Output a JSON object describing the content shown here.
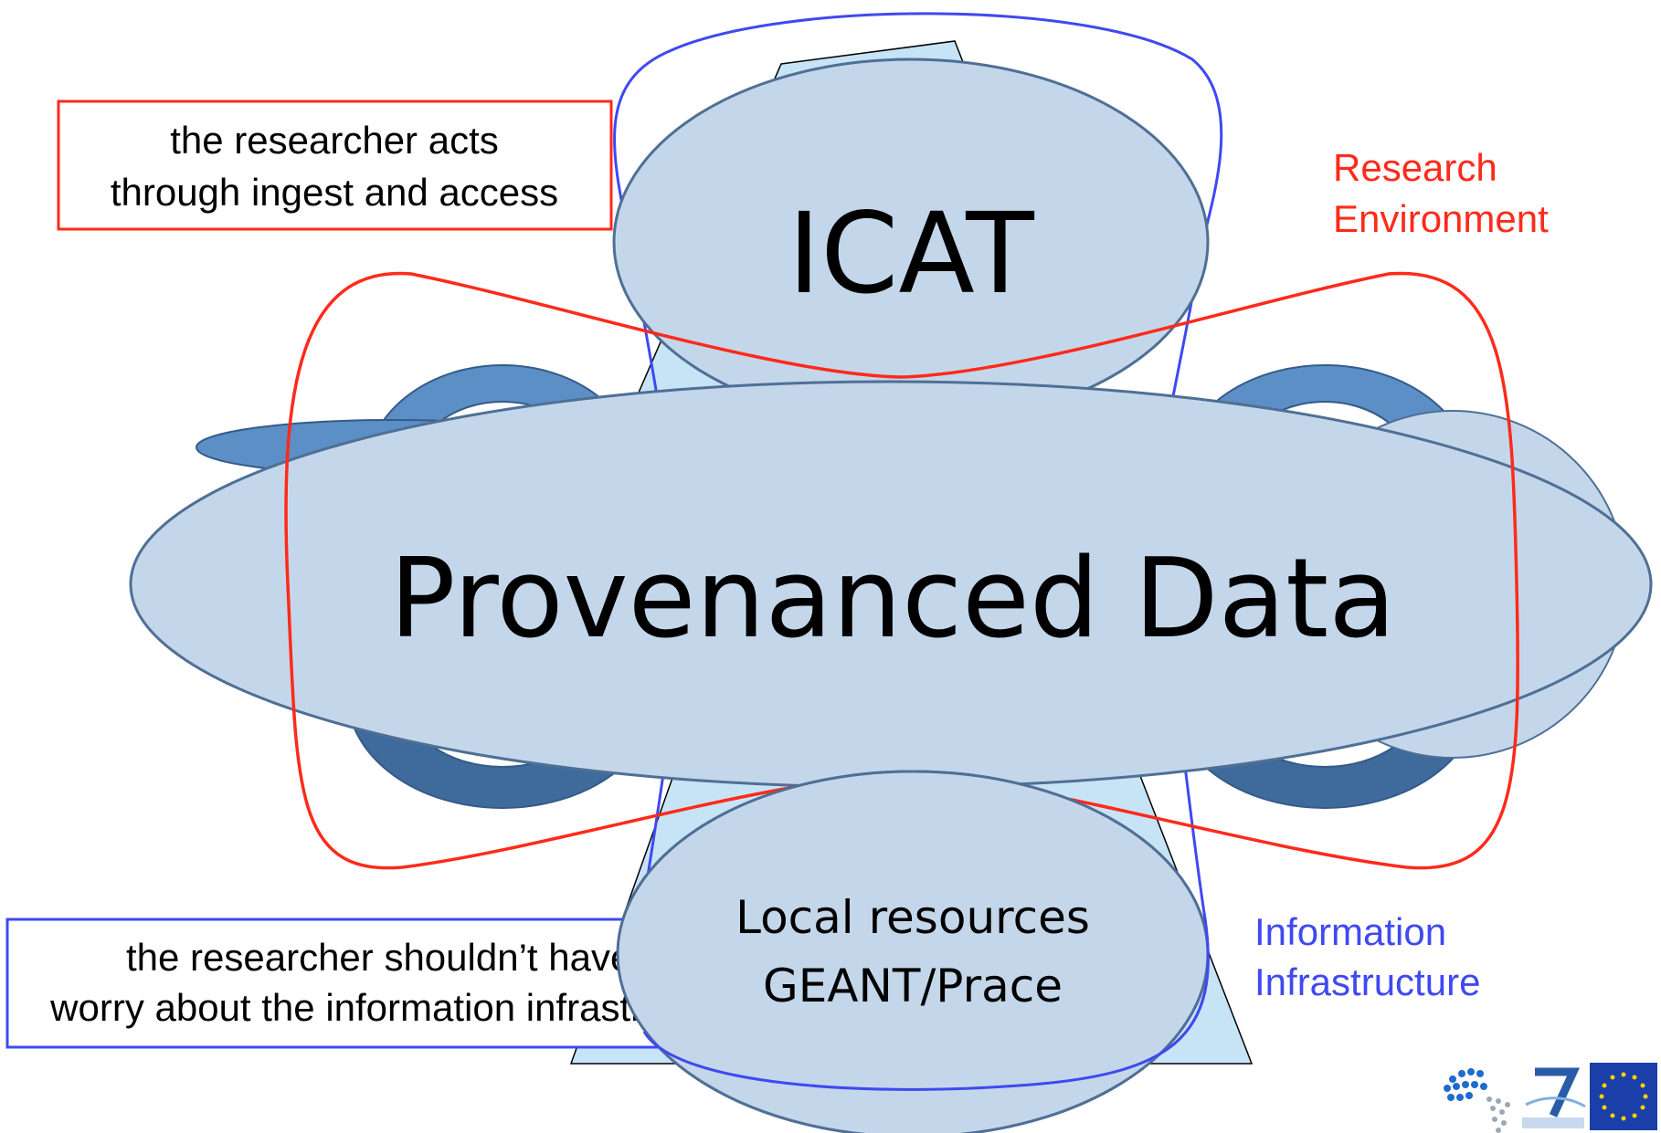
{
  "diagram": {
    "nodes": {
      "icat": "ICAT",
      "provenanced_data": "Provenanced Data",
      "local_resources_line1": "Local resources",
      "local_resources_line2": "GEANT/Prace"
    },
    "callouts": {
      "researcher_acts_line1": "the researcher acts",
      "researcher_acts_line2": "through ingest and access",
      "researcher_shouldnt_line1": "the researcher shouldn’t have to",
      "researcher_shouldnt_line2": "worry about the information infrastructure"
    },
    "legend": {
      "research_environment_line1": "Research",
      "research_environment_line2": "Environment",
      "information_infrastructure_line1": "Information",
      "information_infrastructure_line2": "Infrastructure"
    },
    "colors": {
      "research_environment": "#ff2a1a",
      "information_infrastructure": "#3f49f0",
      "ellipse_fill": "#c4d7ea",
      "ellipse_stroke": "#4f6f95",
      "ring_fill": "#5b8fc6",
      "ring_dark": "#3f6a9c",
      "triangle_fill": "#c7e4f7"
    },
    "logos": [
      "project-logo",
      "seventh-framework-programme-logo",
      "eu-flag-logo"
    ]
  }
}
